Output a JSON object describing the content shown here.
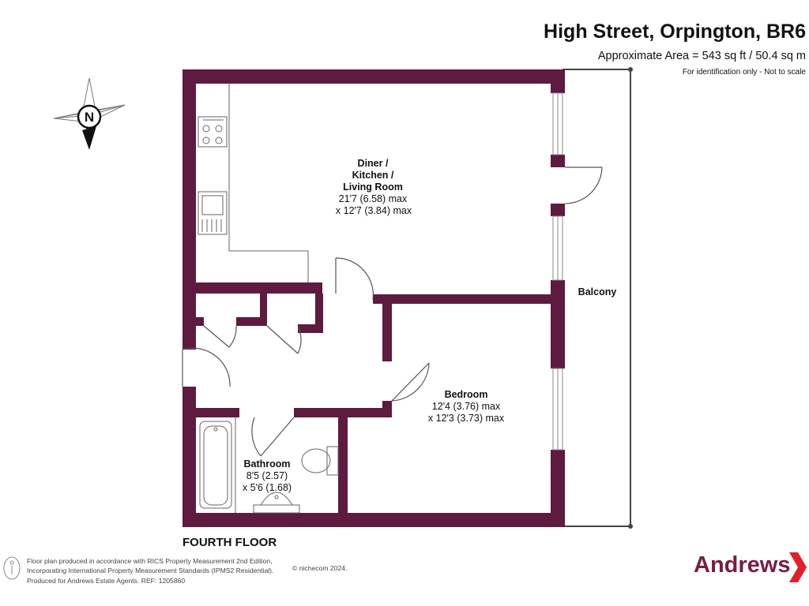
{
  "header": {
    "title": "High Street, Orpington, BR6",
    "area": "Approximate Area = 543 sq ft / 50.4 sq m",
    "note": "For identification only - Not to scale"
  },
  "compass": {
    "label": "N",
    "icon": "compass-north-icon"
  },
  "rooms": {
    "living": {
      "name1": "Diner /",
      "name2": "Kitchen /",
      "name3": "Living Room",
      "dim1": "21'7 (6.58) max",
      "dim2": "x 12'7 (3.84) max"
    },
    "bedroom": {
      "name": "Bedroom",
      "dim1": "12'4 (3.76) max",
      "dim2": "x 12'3 (3.73) max"
    },
    "bathroom": {
      "name": "Bathroom",
      "dim1": "8'5 (2.57)",
      "dim2": "x 5'6 (1.68)"
    },
    "balcony": {
      "name": "Balcony"
    }
  },
  "floor_label": "FOURTH FLOOR",
  "footer": {
    "line1": "Floor plan produced in accordance with RICS Property Measurement 2nd Edition,",
    "line2": "Incorporating International Property Measurement Standards (IPMS2 Residential).",
    "copyright": "© nichecom 2024.",
    "line3": "Produced for Andrews Estate Agents.   REF: 1205860"
  },
  "brand": {
    "name": "Andrews",
    "color": "#7a1d42"
  },
  "colors": {
    "wall": "#5e1a3f",
    "fixture": "#666666"
  }
}
